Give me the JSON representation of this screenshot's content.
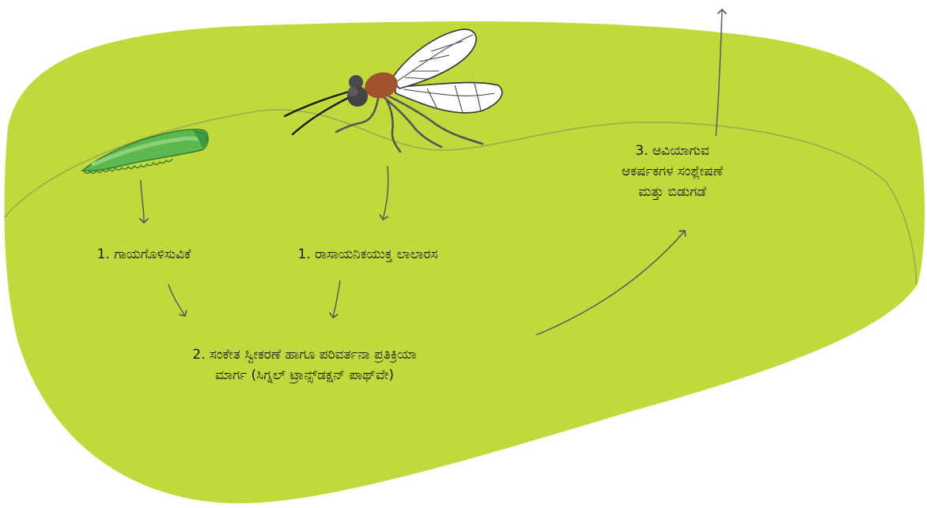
{
  "colors": {
    "leaf_fill": "#c1d93c",
    "leaf_vein": "#9aab4a",
    "caterpillar_body": "#5cb84e",
    "caterpillar_dark": "#3d9a44",
    "insect_head": "#4a4a4a",
    "insect_thorax": "#a0522d",
    "arrow": "#555555"
  },
  "steps": {
    "wounding": {
      "text": "1. ಗಾಯಗೊಳಿಸುವಿಕೆ"
    },
    "saliva": {
      "text": "1. ರಾಸಾಯನಿಕಯುಕ್ತ ಲಾಲಾರಸ"
    },
    "signal": {
      "line1": "2. ಸಂಕೇತ ಸ್ವೀಕರಣೆ ಹಾಗೂ ಪರಿವರ್ತನಾ ಪ್ರತಿಕ್ರಿಯಾ",
      "line2": "ಮಾರ್ಗ (ಸಿಗ್ನಲ್ ಟ್ರಾನ್ಸ್‌ಡಕ್ಷನ್ ಪಾಥ್‌ವೇ)"
    },
    "volatile": {
      "line1": "3. ಆವಿಯಾಗುವ",
      "line2": "ಆಕರ್ಷಕಗಳ ಸಂಶ್ಲೇಷಣೆ",
      "line3": "ಮತ್ತು ಬಿಡುಗಡೆ"
    }
  },
  "icons": {
    "caterpillar": "caterpillar-icon",
    "insect": "insect-icon"
  }
}
